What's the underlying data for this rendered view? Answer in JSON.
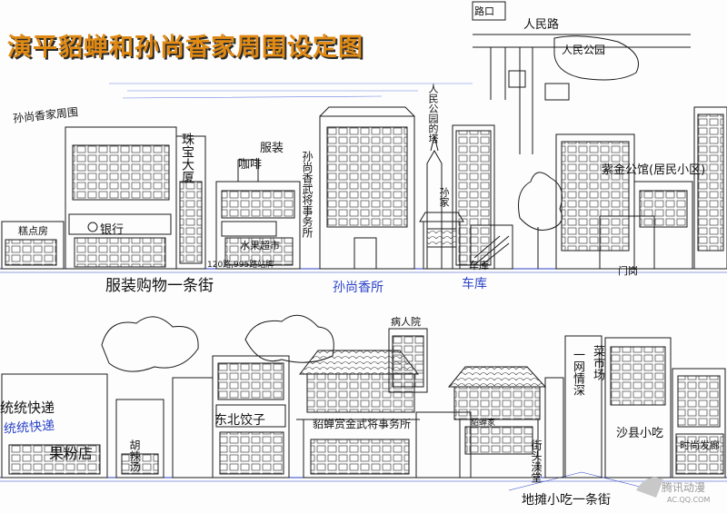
{
  "title": "演平貂蝉和孙尚香家周围设定图",
  "top_street": {
    "caption": "服装购物一条街",
    "labels": {
      "cake_shop": "糕点房",
      "bank": "银行",
      "jewelry": "珠宝大厦",
      "clothing": "服装",
      "coffee": "咖啡",
      "fruit_supermarket": "水果超市",
      "martial_office": "孙尚香武将事务所",
      "park_tower": "人民公园的塔",
      "sun_home": "孙家",
      "garage": "车库",
      "residential": "紫金公馆(居民小区)",
      "gate_post": "门岗",
      "sign_small": "水果超市",
      "address": "120路,995路站牌"
    },
    "handwritten": {
      "sun_surroundings": "孙尚香家周围",
      "sun_residence": "孙尚香所",
      "garage_note": "车库"
    }
  },
  "map_sketch": {
    "people_road": "人民路",
    "people_park": "人民公园",
    "corner": "路口"
  },
  "bottom_street": {
    "caption": "地摊小吃一条街",
    "labels": {
      "express": "统统快递",
      "fruit_shop": "果粉店",
      "hot_soup": "胡辣汤",
      "dumplings": "东北饺子",
      "diaochan_office": "貂蝉赏金武将事务所",
      "diaochan_home": "貂蝉家",
      "hospital": "病人院",
      "bathhouse": "街头澡堂",
      "internet_cafe": "一网情深",
      "market": "菜市场",
      "shaxian": "沙县小吃",
      "fashion_gallery": "时尚发廊"
    },
    "handwritten": {
      "express_note": "统统快递"
    }
  },
  "watermark": {
    "brand": "腾讯动漫",
    "url": "AC.QQ.COM"
  },
  "colors": {
    "title_fill": "#e08a14",
    "title_shadow": "#2a2a2a",
    "ink": "#1a1a1a",
    "pencil_blue": "#2c44c8",
    "sky_blue_sketch": "#6a7fe0"
  }
}
